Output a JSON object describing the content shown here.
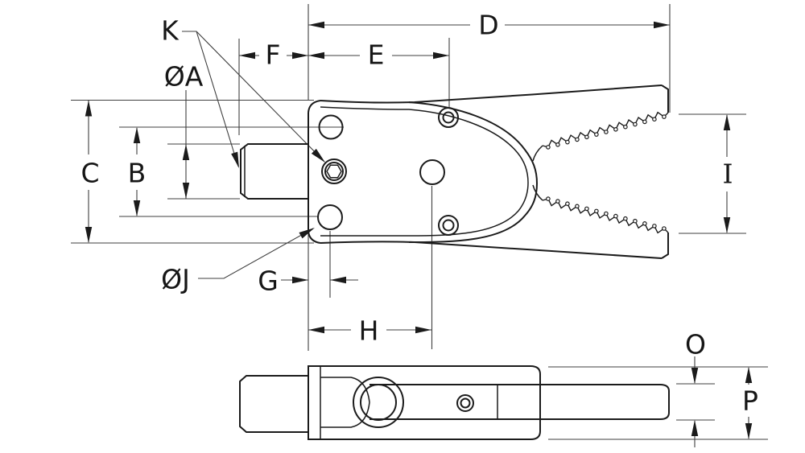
{
  "drawing": {
    "labels": {
      "k": "K",
      "a": "ØA",
      "c": "C",
      "b": "B",
      "f": "F",
      "e": "E",
      "d": "D",
      "i": "I",
      "j": "ØJ",
      "g": "G",
      "h": "H",
      "o": "O",
      "p": "P"
    },
    "colors": {
      "background": "#ffffff",
      "part_line": "#1b1b1b",
      "dimension_line": "#3f3f3f",
      "text": "#161616"
    }
  }
}
